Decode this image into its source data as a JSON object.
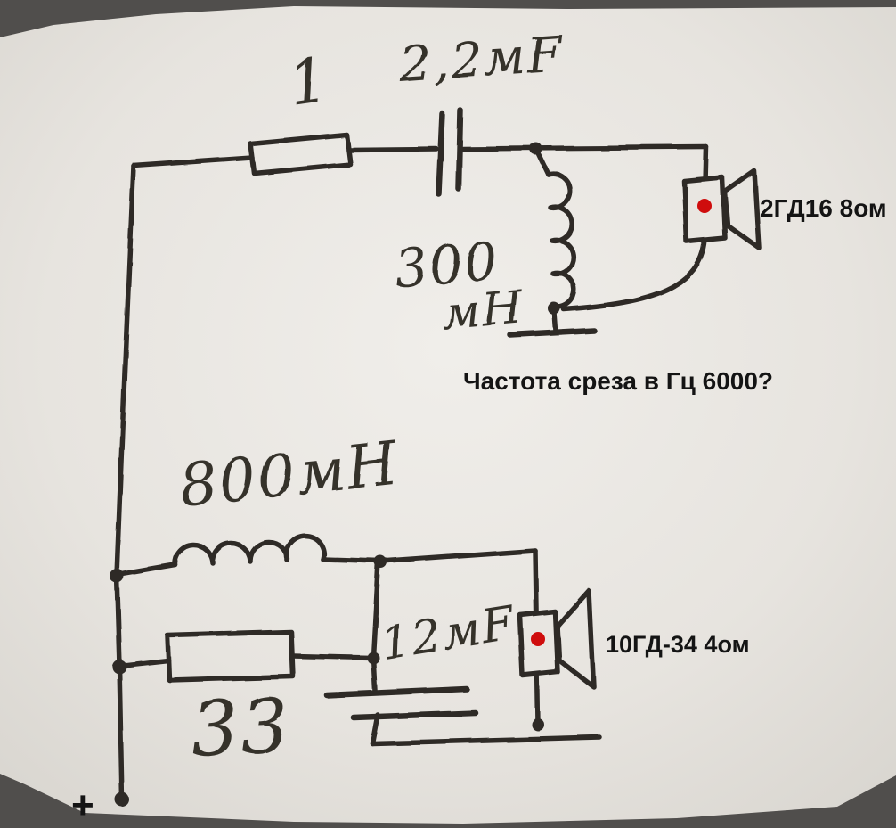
{
  "diagram": {
    "kind": "hand-drawn speaker crossover schematic",
    "labels": {
      "resistor_top": "1",
      "capacitor_top": "2,2мF",
      "inductor_top_value": "300",
      "inductor_top_unit": "мН",
      "speaker_top": "2ГД16 8ом",
      "annotation_question": "Частота среза в Гц 6000?",
      "inductor_bottom": "800мН",
      "resistor_bottom": "33",
      "capacitor_bottom": "12мF",
      "speaker_bottom": "10ГД-34 4ом",
      "polarity_plus": "+"
    },
    "colors": {
      "ink": "#2e2b28",
      "paper": "#e9e6e1",
      "annotation_blue": "#1a56b5",
      "speaker_dot_red": "#cf0d0d",
      "typed_black": "#141414"
    }
  }
}
